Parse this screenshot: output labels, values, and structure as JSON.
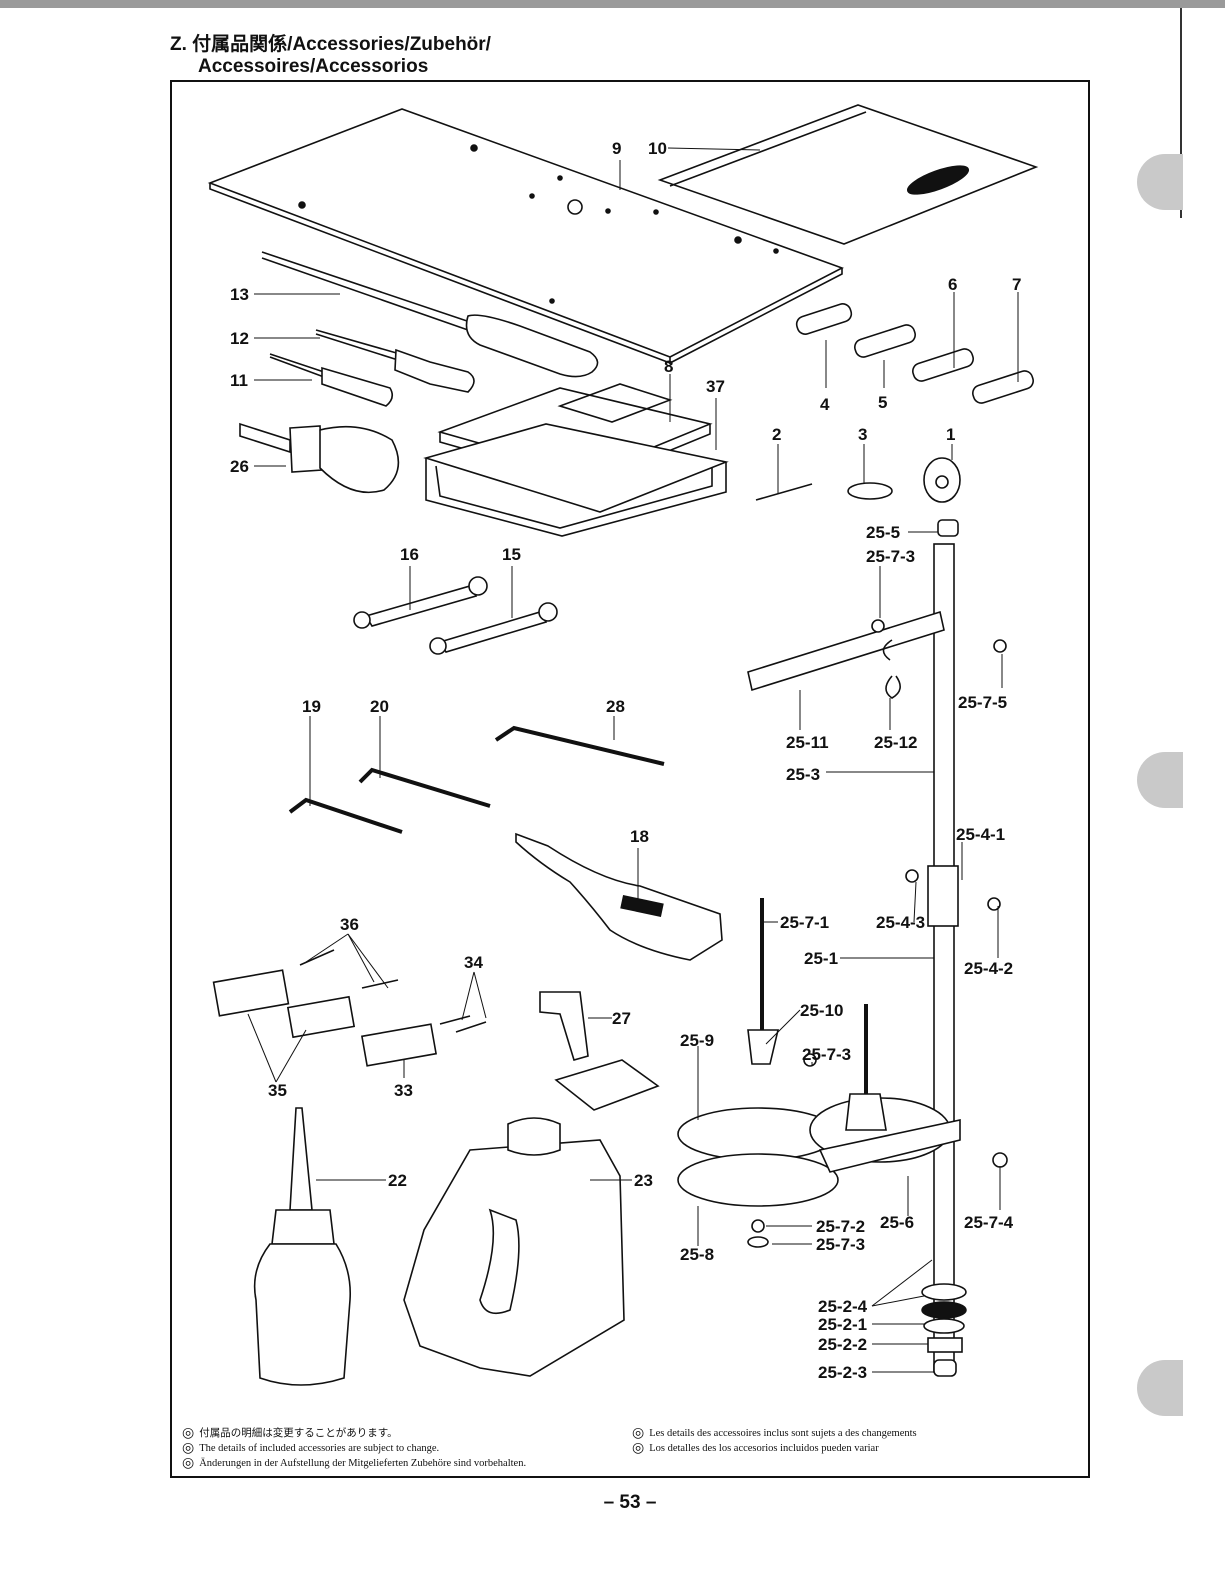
{
  "header": {
    "line1": "Z. 付属品関係/Accessories/Zubehör/",
    "line2": "Accessoires/Accessorios"
  },
  "callouts": [
    "9",
    "10",
    "13",
    "12",
    "11",
    "26",
    "8",
    "37",
    "4",
    "5",
    "6",
    "7",
    "2",
    "3",
    "1",
    "25-5",
    "25-7-3",
    "16",
    "15",
    "25-7-5",
    "19",
    "20",
    "28",
    "25-11",
    "25-12",
    "25-3",
    "18",
    "25-4-1",
    "36",
    "25-7-1",
    "25-4-3",
    "25-1",
    "25-4-2",
    "34",
    "27",
    "25-10",
    "25-9",
    "35",
    "33",
    "25-7-3",
    "22",
    "23",
    "25-7-2",
    "25-6",
    "25-7-4",
    "25-7-3",
    "25-8",
    "25-2-4",
    "25-2-1",
    "25-2-2",
    "25-2-3"
  ],
  "notes_left": [
    "付属品の明細は変更することがあります。",
    "The details of included accessories are subject to change.",
    "Änderungen in der Aufstellung der Mitgelieferten Zubehöre sind vorbehalten."
  ],
  "notes_right": [
    "Les details des accessoires inclus sont sujets a des changements",
    "Los detalles des los accesorios incluidos pueden variar"
  ],
  "note_mark": "◎",
  "page_number": "– 53 –"
}
